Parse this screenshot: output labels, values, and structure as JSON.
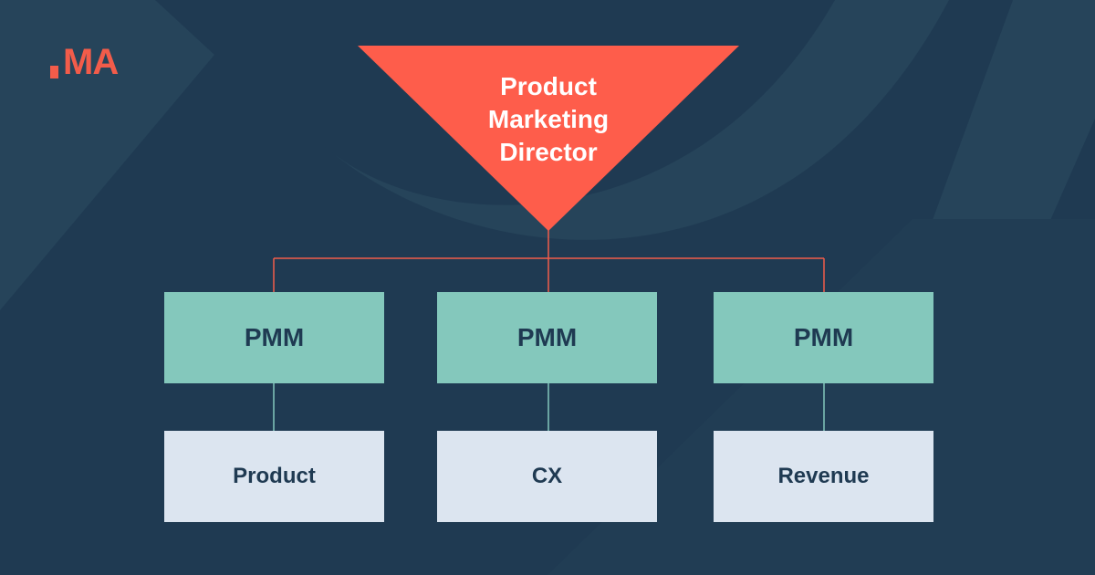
{
  "brand": {
    "logo_text": "MA",
    "accent": "#f25c4a",
    "background": "#1f3a52"
  },
  "director": {
    "lines": [
      "Product",
      "Marketing",
      "Director"
    ],
    "color": "#fe5d4b"
  },
  "pmm_boxes": [
    {
      "label": "PMM"
    },
    {
      "label": "PMM"
    },
    {
      "label": "PMM"
    }
  ],
  "focus_areas": [
    {
      "label": "Product"
    },
    {
      "label": "CX"
    },
    {
      "label": "Revenue"
    }
  ],
  "colors": {
    "pmm_fill": "#84c8bc",
    "area_fill": "#dce5f0",
    "director_connector": "#f25c4a",
    "pmm_connector": "#84c8bc"
  }
}
